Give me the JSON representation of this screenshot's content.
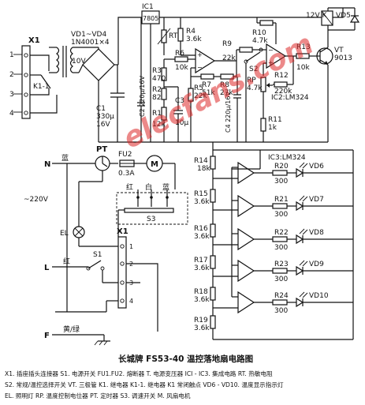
{
  "labels": {
    "x1": "X1",
    "vd14": "VD1~VD4",
    "diode": "1N4001×4",
    "t_v": "10V",
    "k11": "K1-1",
    "c1": "C1",
    "c1v": "330μ",
    "c1w": "16V",
    "ic1": "IC1",
    "ic1v": "7805",
    "rt": "RT",
    "r4": "R4",
    "r4v": "3.6k",
    "r6": "R6",
    "r6v": "10k",
    "r3": "R3",
    "r3v": "470",
    "r2": "R2",
    "r2v": "82",
    "r1": "R1",
    "r1v": "12k",
    "c2": "C2 220μ/16V",
    "c3": "C3",
    "c3v": "10μ",
    "r5": "R5",
    "r5v": "22k",
    "r7": "R7",
    "r7v": "51k",
    "r8": "R8",
    "r8v": "27k",
    "r9": "R9",
    "r9v": "22k",
    "r10": "R10",
    "r10v": "4.7k",
    "r13": "R13",
    "r13v": "10k",
    "rp": "RP",
    "rpv": "4.7k",
    "r12": "R12",
    "r12v": "220k",
    "c4": "C4 220μ/16V",
    "r11": "R11",
    "r11v": "1k",
    "ic2": "IC2:LM324",
    "k": "12V K",
    "vd5": "VD5",
    "vt": "VT",
    "vtv": "9013",
    "s1": "S1",
    "s2": "S2",
    "n": "N",
    "blue": "蓝",
    "pt": "PT",
    "fu2": "FU2",
    "fu2v": "0.3A",
    "m": "M",
    "red": "红",
    "white": "白",
    "blue2": "蓝",
    "v220": "~220V",
    "el": "EL",
    "x1b": "X1",
    "s3": "S3",
    "l": "L",
    "red2": "红",
    "f": "F",
    "yg": "黄/绿",
    "ic3": "IC3:LM324",
    "r14": "R14",
    "r14v": "18k",
    "r15": "R15",
    "r15v": "3.6k",
    "r16": "R16",
    "r16v": "3.6k",
    "r17": "R17",
    "r17v": "3.6k",
    "r18": "R18",
    "r18v": "3.6k",
    "r19": "R19",
    "r19v": "3.6k",
    "r20": "R20",
    "r20v": "300",
    "r21": "R21",
    "r21v": "300",
    "r22": "R22",
    "r22v": "300",
    "r23": "R23",
    "r23v": "300",
    "r24": "R24",
    "r24v": "300",
    "vd6": "VD6",
    "vd7": "VD7",
    "vd8": "VD8",
    "vd9": "VD9",
    "vd10": "VD10",
    "watermark": "elecfans.com"
  },
  "title": "长城牌 FS53-40 温控落地扇电路图",
  "legend": [
    "X1. 插座插头连接器  S1. 电源开关  FU1.FU2. 熔断器  T. 电源变压器  ICI - IC3. 集成电路  RT. 热敏电阻",
    "S2. 常规/温控选择开关  VT. 三极管  K1. 继电器  K1-1. 继电器 K1 常闭触点  VD6 - VD10. 温度显示指示灯",
    "EL. 照明灯  RP. 温度控制电位器  PT. 定时器  S3. 调速开关  M. 风扇电机"
  ]
}
